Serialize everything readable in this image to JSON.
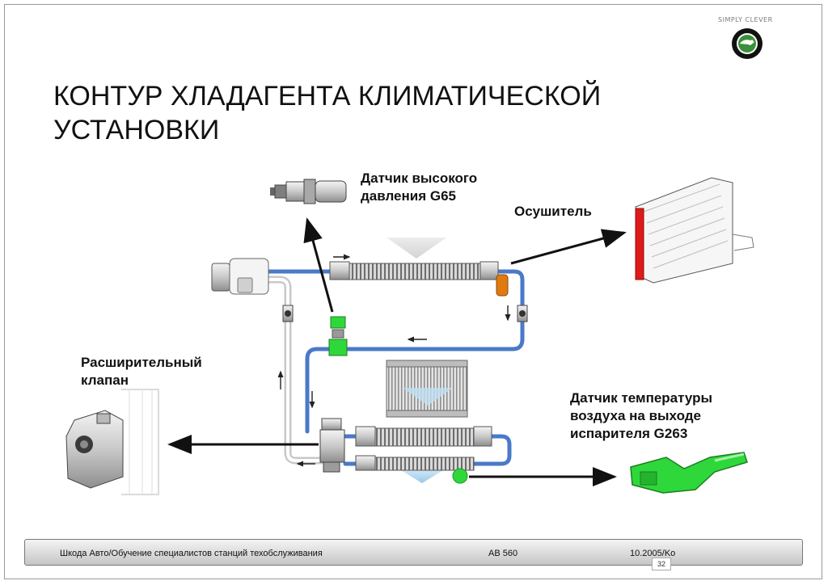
{
  "brand": {
    "tagline": "SIMPLY CLEVER"
  },
  "slide": {
    "title": "КОНТУР ХЛАДАГЕНТА КЛИМАТИЧЕСКОЙ УСТАНОВКИ"
  },
  "labels": {
    "high_pressure_sensor": "Датчик высокого давления G65",
    "drier": "Осушитель",
    "expansion_valve": "Расширительный клапан",
    "evaporator_temp_sensor": "Датчик температуры воздуха на выходе испарителя G263"
  },
  "footer": {
    "left": "Шкода Авто/Обучение специалистов станций техобслуживания",
    "middle": "AB 560",
    "date": "10.2005/Ko",
    "page": "32"
  },
  "colors": {
    "pipe": "#4a79c8",
    "sensor_green": "#2fd83a",
    "drier_orange": "#e07a10",
    "condenser_red": "#e01a1a",
    "arrow": "#111111"
  }
}
